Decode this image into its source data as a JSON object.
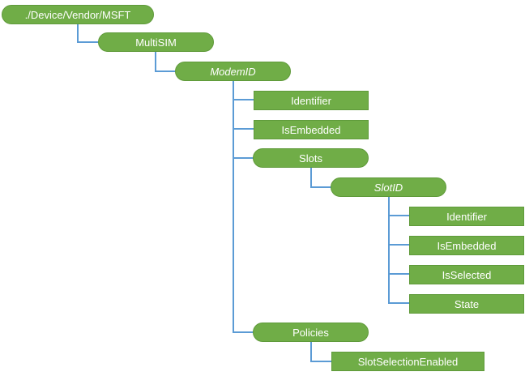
{
  "tree": {
    "root": {
      "label": "./Device/Vendor/MSFT"
    },
    "multisim": {
      "label": "MultiSIM"
    },
    "modem": {
      "label": "ModemID"
    },
    "modem_identifier": {
      "label": "Identifier"
    },
    "modem_isembedded": {
      "label": "IsEmbedded"
    },
    "slots": {
      "label": "Slots"
    },
    "slot": {
      "label": "SlotID"
    },
    "slot_identifier": {
      "label": "Identifier"
    },
    "slot_isembedded": {
      "label": "IsEmbedded"
    },
    "slot_isselected": {
      "label": "IsSelected"
    },
    "slot_state": {
      "label": "State"
    },
    "policies": {
      "label": "Policies"
    },
    "slotselectionenabled": {
      "label": "SlotSelectionEnabled"
    }
  },
  "colors": {
    "node_fill": "#70ad47",
    "node_border": "#5f9a3a",
    "node_text": "#ffffff",
    "connector": "#5b9bd5"
  }
}
